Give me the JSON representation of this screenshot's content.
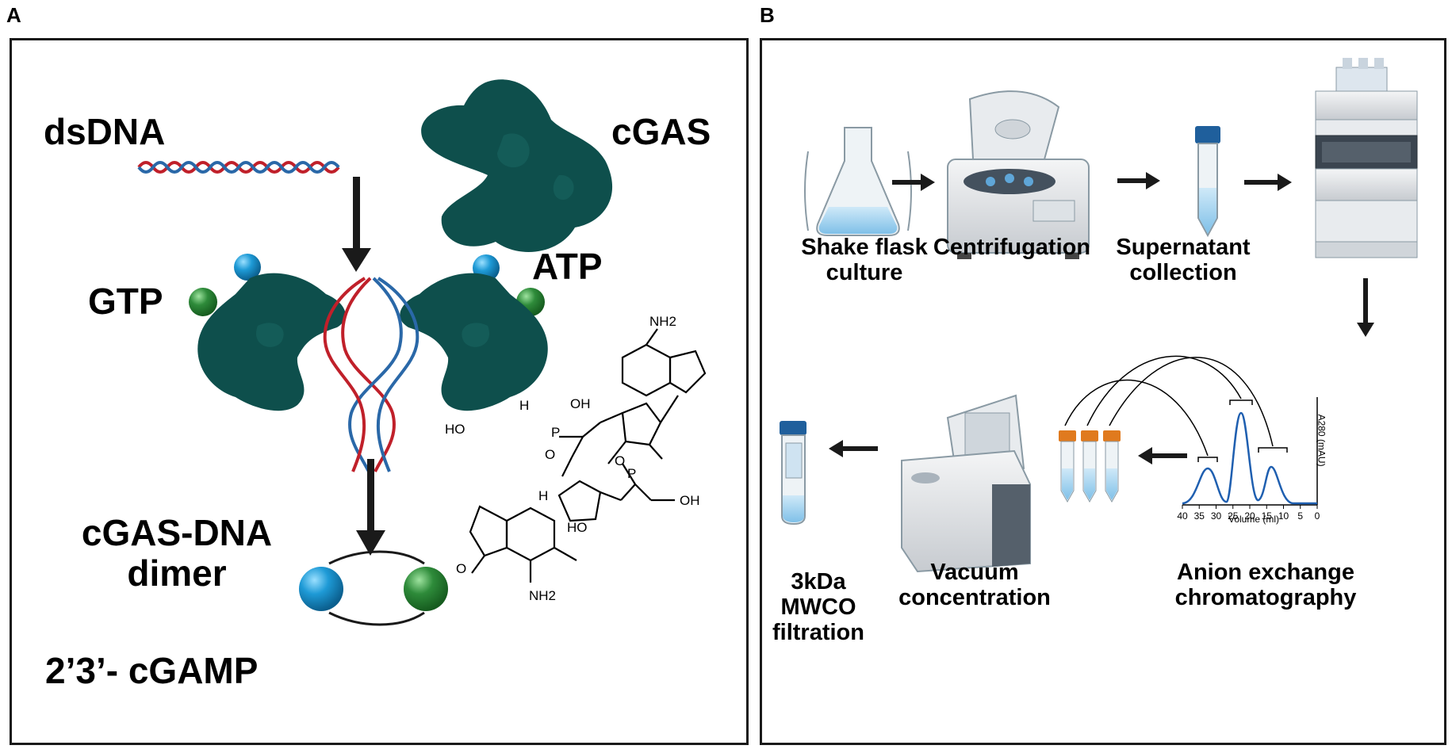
{
  "panels": {
    "a": {
      "letter": "A",
      "labels": {
        "dsdna": "dsDNA",
        "cgas": "cGAS",
        "gtp": "GTP",
        "atp": "ATP",
        "dimer": "cGAS-DNA\ndimer",
        "product": "2’3’- cGAMP"
      },
      "molecule": {
        "nh2_top": "NH2",
        "nh2_bottom": "NH2",
        "oh": "OH",
        "p": "P",
        "o": "O",
        "h": "H",
        "ho": "HO"
      }
    },
    "b": {
      "letter": "B",
      "steps": [
        "Shake flask\nculture",
        "Centrifugation",
        "Supernatant\ncollection",
        "Anion exchange\nchromatography",
        "Vacuum\nconcentration",
        "3kDa\nMWCO\nfiltration"
      ],
      "chromatogram": {
        "ylabel": "A280 (mAU)",
        "xlabel": "Volume (ml)",
        "x_ticks": [
          "40",
          "35",
          "30",
          "25",
          "20",
          "15",
          "10",
          "5",
          "0"
        ]
      }
    }
  },
  "colors": {
    "protein": "#0e4f4c",
    "dna_red": "#c0202a",
    "dna_blue": "#2a68a8",
    "gtp": "#2e8b3a",
    "atp": "#1e9ad6",
    "tube_cap": "#e07a1e",
    "tube_cap_blue": "#1f5f9c",
    "liquid": "#9fd0ee"
  }
}
